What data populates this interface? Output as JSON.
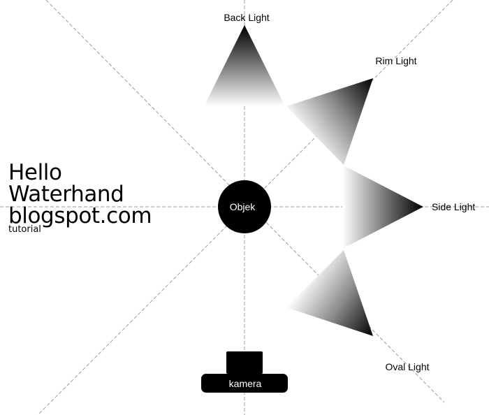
{
  "object_label": "Objek",
  "camera_label": "kamera",
  "lights": {
    "back": "Back Light",
    "rim": "Rim Light",
    "side": "Side Light",
    "oval": "Oval Light"
  },
  "watermark": {
    "line1": "Hello",
    "line2": "Waterhand",
    "line3": "blogspot.com",
    "sub": "tutorial"
  },
  "colors": {
    "guide": "#9a9a9a",
    "object": "#000000",
    "camera": "#000000",
    "light_dark": "#000000",
    "light_pale": "#ffffff"
  }
}
